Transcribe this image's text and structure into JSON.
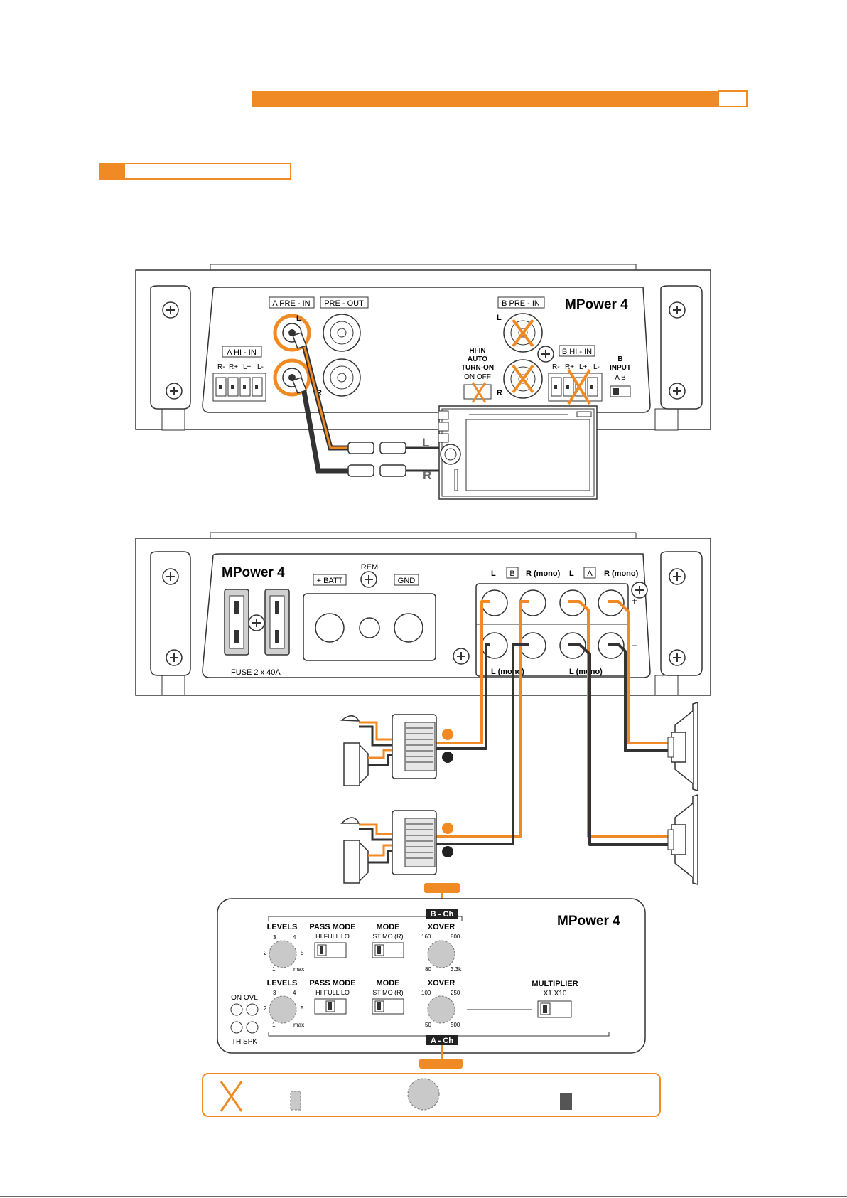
{
  "colors": {
    "accent": "#f08a24",
    "line": "#333333",
    "light_gray": "#c9c9c9"
  },
  "amp_top": {
    "brand": "MPower 4",
    "a_pre_in": "A PRE - IN",
    "pre_out": "PRE - OUT",
    "b_pre_in": "B PRE - IN",
    "a_hi_in": "A HI - IN",
    "b_hi_in": "B HI - IN",
    "hi_in_labels": [
      "R-",
      "R+",
      "L+",
      "L-"
    ],
    "hi_in_auto_1": "HI-IN",
    "hi_in_auto_2": "AUTO",
    "hi_in_auto_3": "TURN-ON",
    "on_off": "ON  OFF",
    "b_input_1": "B",
    "b_input_2": "INPUT",
    "b_input_ab": "A   B",
    "l": "L",
    "r": "R",
    "cable_l": "L",
    "cable_r": "R"
  },
  "amp_power": {
    "brand": "MPower 4",
    "rem": "REM",
    "batt": "+ BATT",
    "gnd": "GND",
    "fuse": "FUSE 2 x 40A",
    "out_l": "L",
    "out_b": "B",
    "out_r_mono": "R (mono)",
    "out_l2": "L",
    "out_a": "A",
    "out_r_mono2": "R (mono)",
    "bottom_l_mono": "L  (mono)",
    "bottom_l_mono2": "L  (mono)",
    "plus": "+",
    "minus": "–"
  },
  "panel": {
    "brand": "MPower 4",
    "b_ch": "B - Ch",
    "a_ch": "A - Ch",
    "levels": "LEVELS",
    "pass_mode": "PASS MODE",
    "pass_opts": "HI  FULL  LO",
    "mode": "MODE",
    "mode_opts": "ST   MO (R)",
    "xover": "XOVER",
    "xover_b": [
      "160",
      "800",
      "80",
      "3.3k"
    ],
    "xover_a": [
      "100",
      "250",
      "50",
      "500"
    ],
    "level_marks": [
      "3",
      "4",
      "2",
      "5",
      "1",
      "max"
    ],
    "multiplier": "MULTIPLIER",
    "mult_opts": "X1    X10",
    "leds_top": "ON  OVL",
    "leds_bottom": "TH  SPK"
  },
  "legend": {
    "x_mark": "X"
  }
}
